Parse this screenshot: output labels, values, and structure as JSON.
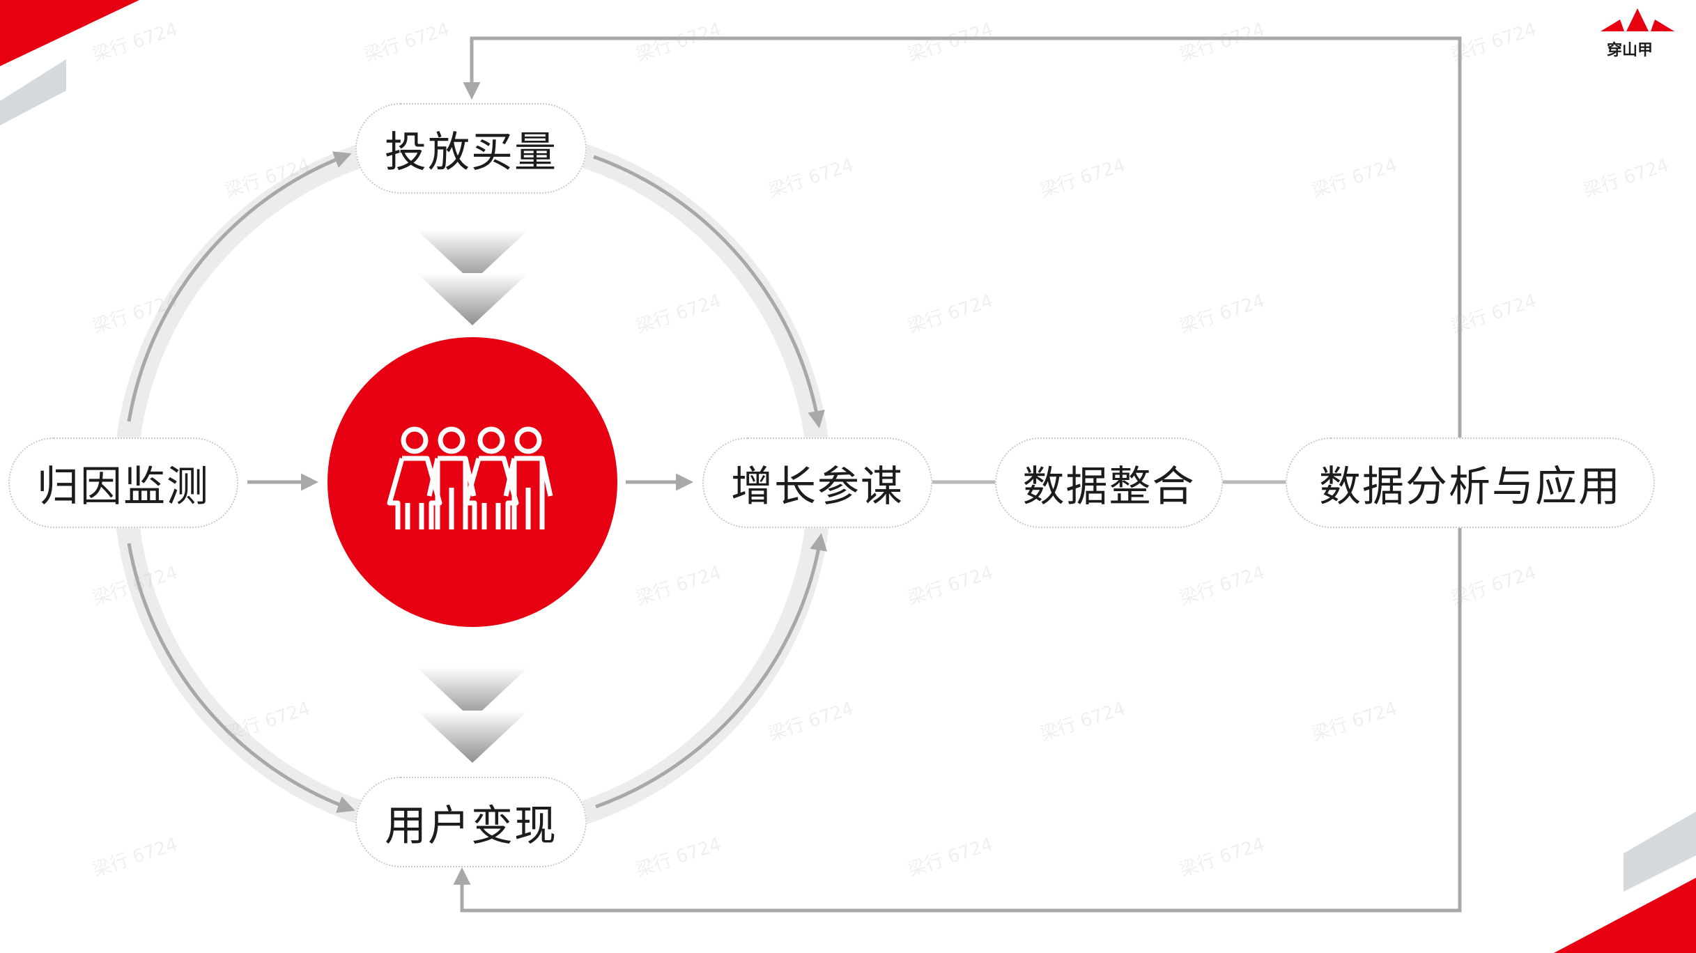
{
  "nodes": {
    "toufang": "投放买量",
    "guiyin": "归因监测",
    "zengzhang": "增长参谋",
    "zhenghe": "数据整合",
    "fenxi": "数据分析与应用",
    "bianxian": "用户变现"
  },
  "logo_text": "穿山甲",
  "watermark": "梁行 6724",
  "colors": {
    "accent": "#e60012",
    "arrow": "#a8a8a8",
    "ring": "#ececec",
    "gray_deco": "#d3d9dd"
  },
  "center_icon": "four-people-icon"
}
